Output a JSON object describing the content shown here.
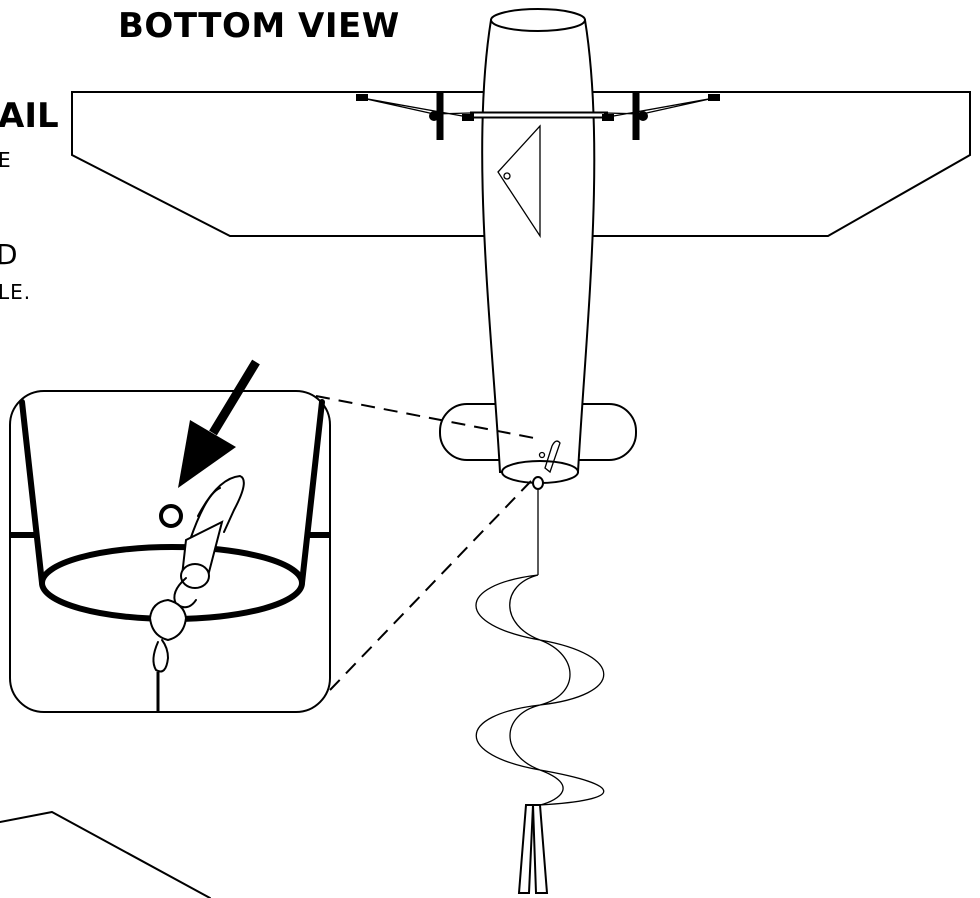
{
  "diagram": {
    "title": "BOTTOM VIEW",
    "fragments": {
      "line1": "AIL",
      "line2": "E",
      "line3": "D",
      "line4": "LE."
    },
    "colors": {
      "ink": "#000000",
      "paper": "#ffffff"
    }
  }
}
